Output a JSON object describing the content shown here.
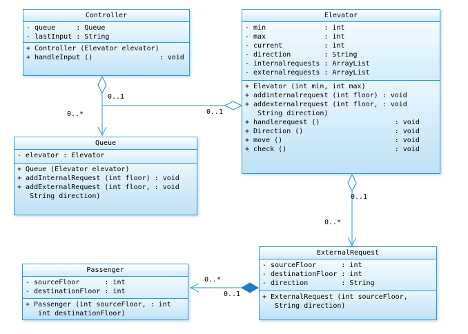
{
  "diagram": {
    "classes": [
      {
        "id": "controller",
        "title": "Controller",
        "attributes": [
          "- queue     : Queue",
          "- lastInput : String"
        ],
        "methods": [
          "+ Controller (Elevator elevator)",
          "+ handleInput ()                : void"
        ]
      },
      {
        "id": "elevator",
        "title": "Elevator",
        "attributes": [
          "- min              : int",
          "- max              : int",
          "- current          : int",
          "- direction        : String",
          "- internalrequests : ArrayList",
          "- externalrequests : ArrayList"
        ],
        "methods": [
          "+ Elevator (int min, int max)",
          "+ addinternalrequest (int floor) : void",
          "+ addexternalrequest (int floor, : void",
          "   String direction)",
          "+ handlerequest ()                  : void",
          "+ Direction ()                      : void",
          "+ move ()                           : void",
          "+ check ()                          : void"
        ]
      },
      {
        "id": "queue",
        "title": "Queue",
        "attributes": [
          "- elevator : Elevator"
        ],
        "methods": [
          "+ Queue (Elevator elevator)",
          "+ addInternalRequest (int floor) : void",
          "+ addExternalRequest (int floor, : void",
          "   String direction)"
        ]
      },
      {
        "id": "passenger",
        "title": "Passenger",
        "attributes": [
          "- sourceFloor      : int",
          "- destinationFloor : int"
        ],
        "methods": [
          "+ Passenger (int sourceFloor, : int",
          "   int destinationFloor)"
        ]
      },
      {
        "id": "externalrequest",
        "title": "ExternalRequest",
        "attributes": [
          "- sourceFloor      : int",
          "- destinationFloor : int",
          "- direction        : String"
        ],
        "methods": [
          "+ ExternalRequest (int sourceFloor,",
          "   String direction)"
        ]
      }
    ],
    "connectors": {
      "controller_queue": {
        "type": "aggregation",
        "diamond_end": "Controller",
        "arrow_end": "Queue",
        "near_diamond": "0..1",
        "near_arrow": "0..*"
      },
      "queue_elevator": {
        "type": "aggregation",
        "diamond_end": "Elevator",
        "near_diamond": "0..1"
      },
      "elevator_externalrequest": {
        "type": "aggregation",
        "diamond_end": "Elevator",
        "arrow_end": "ExternalRequest",
        "near_diamond": "0..1",
        "near_arrow": "0..*"
      },
      "externalrequest_passenger": {
        "type": "composition",
        "diamond_end": "ExternalRequest",
        "arrow_end": "Passenger",
        "near_arrow": "0..*",
        "near_diamond": "0..1"
      }
    },
    "colors": {
      "box_border": "#2e93d8",
      "connector_line": "#4da4de",
      "composition_diamond_fill": "#1b7fd0",
      "box_fill_top": "#ffffff",
      "box_fill_bottom": "#bfe2f6",
      "text": "#000000"
    }
  }
}
